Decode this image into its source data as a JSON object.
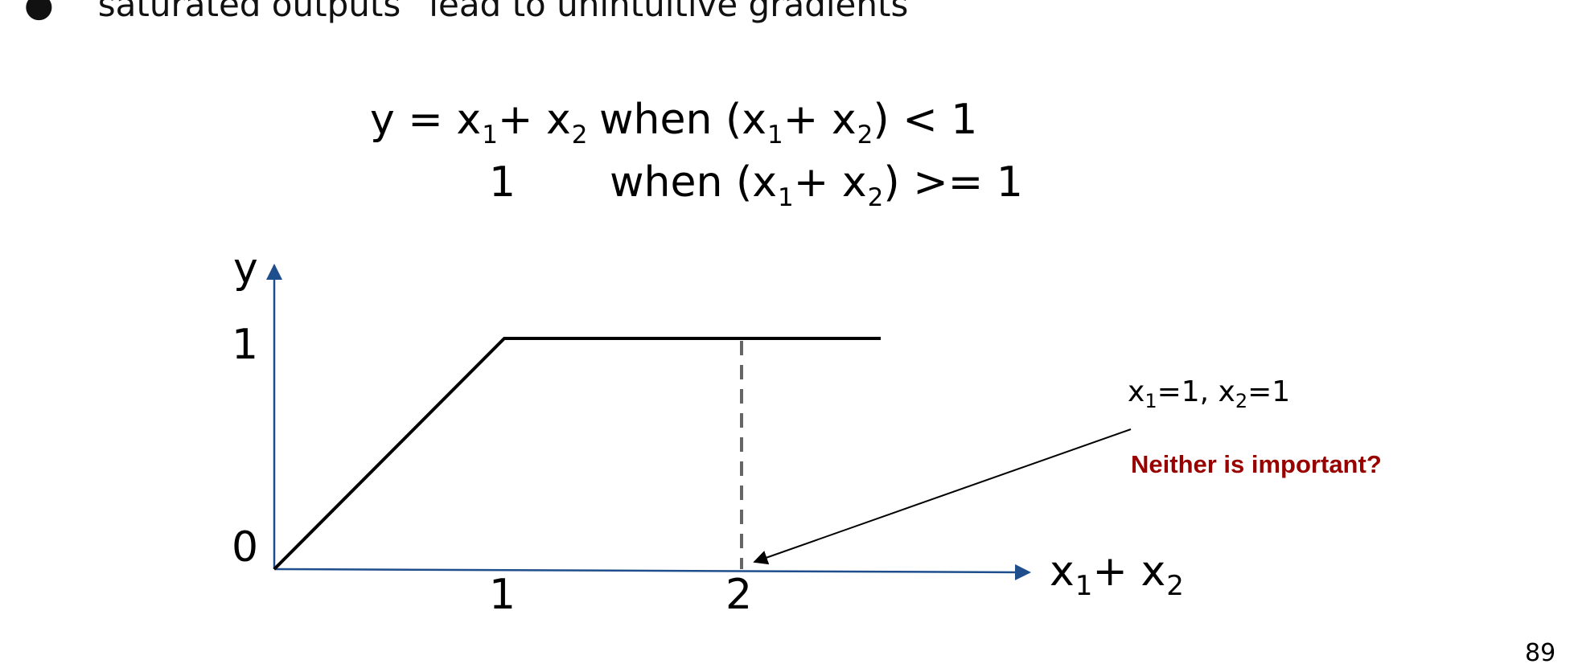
{
  "bullet": {
    "marker": "●",
    "text": "“saturated outputs” lead to unintuitive gradients"
  },
  "equation": {
    "row1": {
      "lhs": "y = x",
      "s1": "1",
      "plus1": "+ x",
      "s2": "2",
      "cond_pre": "when (x",
      "s3": "1",
      "plus2": "+ x",
      "s4": "2",
      "cond_post": ") < 1"
    },
    "row2": {
      "value": "1",
      "cond_pre": "when (x",
      "s1": "1",
      "plus": "+ x",
      "s2": "2",
      "cond_post": ") >= 1"
    }
  },
  "axes": {
    "y_label": "y",
    "x_label": {
      "pre": "x",
      "s1": "1",
      "plus": "+ x",
      "s2": "2"
    },
    "y_ticks": [
      "1",
      "0"
    ],
    "x_ticks": [
      "1",
      "2"
    ],
    "axis_color": "#1f4e8c"
  },
  "annotation": {
    "point": {
      "pre": "x",
      "s1": "1",
      "mid": "=1, x",
      "s2": "2",
      "post": "=1"
    },
    "callout": "Neither is important?",
    "callout_color": "#990000"
  },
  "page_number": "89"
}
